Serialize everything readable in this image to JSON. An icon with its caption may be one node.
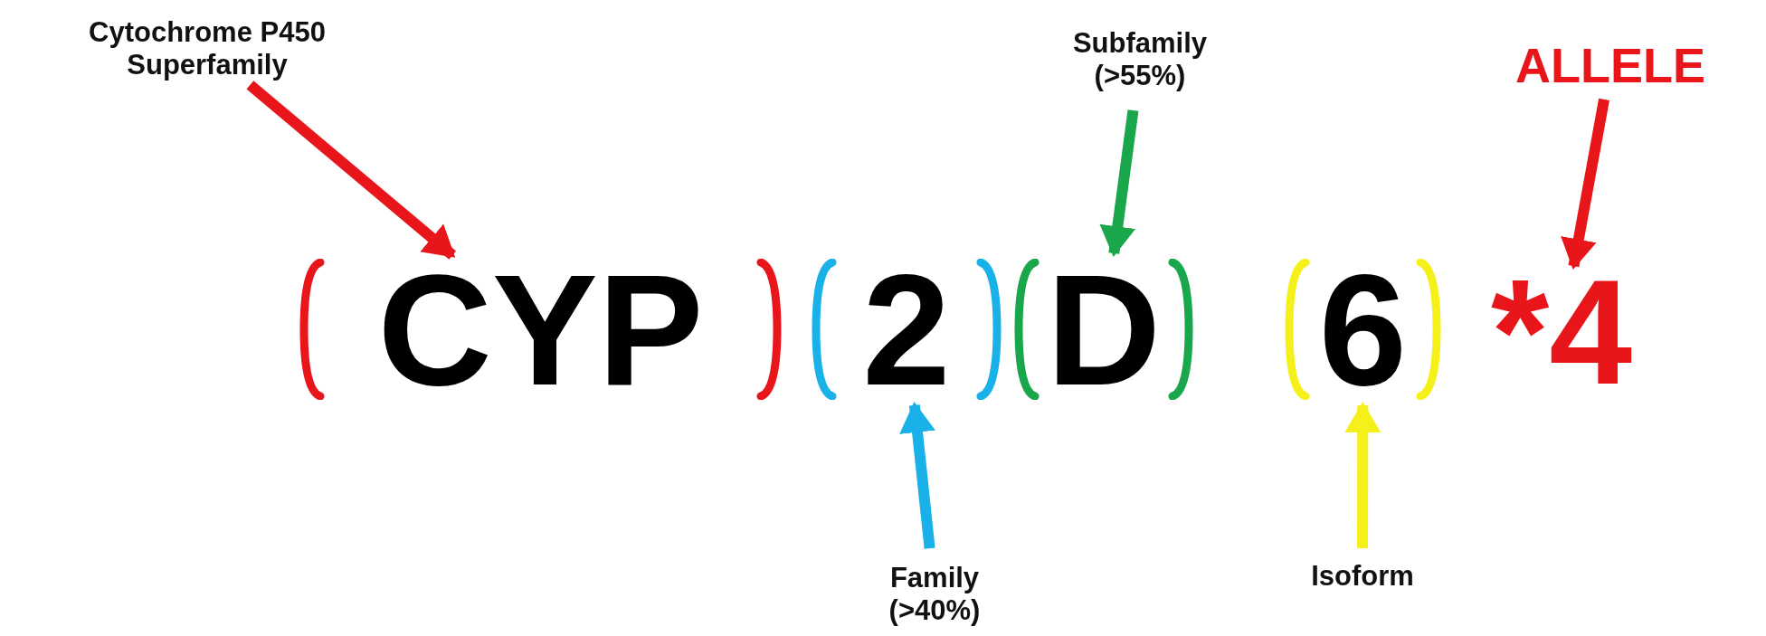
{
  "diagram": {
    "nodes": [
      {
        "text": [
          "Cytochrome P450 Superfamily"
        ]
      },
      {
        "text": [
          "Subfamily (>55%)"
        ]
      },
      {
        "text": [
          "ALLELE"
        ]
      },
      {
        "text": [
          "CYP"
        ]
      },
      {
        "text": [
          "2"
        ]
      },
      {
        "text": [
          "D"
        ]
      },
      {
        "text": [
          "6"
        ]
      },
      {
        "text": [
          "*4"
        ]
      },
      {
        "text": [
          "Family (>40%)"
        ]
      },
      {
        "text": [
          "Isoform"
        ]
      }
    ],
    "edges": [
      {
        "from": 0,
        "to": 3,
        "arrow": "to",
        "color": "#e8161b"
      },
      {
        "from": 1,
        "to": 5,
        "arrow": "to",
        "color": "#1aa64a"
      },
      {
        "from": 2,
        "to": 7,
        "arrow": "to",
        "color": "#e8161b"
      },
      {
        "from": 8,
        "to": 4,
        "arrow": "to",
        "color": "#1ab0e8"
      },
      {
        "from": 9,
        "to": 6,
        "arrow": "to",
        "color": "#f5f01a"
      }
    ]
  }
}
